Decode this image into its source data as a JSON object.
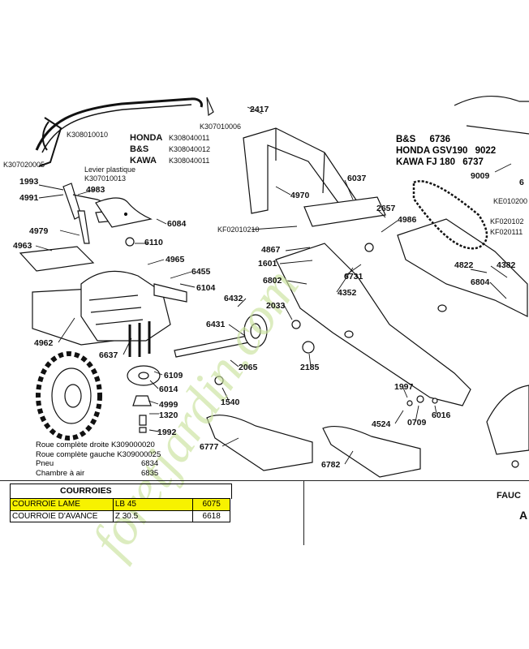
{
  "labels": {
    "l2417": "2417",
    "k307010006": "K307010006",
    "k308010010": "K308010010",
    "honda": "HONDA",
    "k308040011a": "K308040011",
    "bs": "B&S",
    "k308040012": "K308040012",
    "kawa": "KAWA",
    "k308040011b": "K308040011",
    "k307020005": "K307020005",
    "levier": "Levier plastique",
    "k307010013": "K307010013",
    "l1993": "1993",
    "l4991": "4991",
    "l4983": "4983",
    "l4970": "4970",
    "l6037": "6037",
    "l2657": "2657",
    "l4986": "4986",
    "l6084": "6084",
    "kf02010210": "KF02010210",
    "l4979": "4979",
    "l6110": "6110",
    "l4963": "4963",
    "l4867": "4867",
    "l4965": "4965",
    "l1601": "1601",
    "l6455": "6455",
    "l6731": "6731",
    "l6802": "6802",
    "l6104": "6104",
    "l4352": "4352",
    "l6432": "6432",
    "l2033": "2033",
    "l4962": "4962",
    "l6431": "6431",
    "l6637": "6637",
    "l2065": "2065",
    "l2185": "2185",
    "l6109": "6109",
    "l6014": "6014",
    "l1540": "1540",
    "l4999": "4999",
    "l1997": "1997",
    "l1320": "1320",
    "l4524": "4524",
    "l0709": "0709",
    "l6016": "6016",
    "l1992": "1992",
    "l6777": "6777",
    "l6782": "6782",
    "l4822": "4822",
    "l4382": "4382",
    "l6804": "6804",
    "ke010200": "KE010200",
    "kf020102": "KF020102",
    "kf020111": "KF020111",
    "l9009": "9009",
    "l6_right": "6",
    "roue_droite": "Roue complète droite K309000020",
    "roue_gauche": "Roue complète gauche K309000025",
    "pneu": "Pneu",
    "pneu_ref": "6834",
    "chambre": "Chambre à air",
    "chambre_ref": "6835",
    "fauc": "FAUC",
    "a_letter": "A"
  },
  "engines": [
    {
      "brand": "B&S",
      "ref": "6736"
    },
    {
      "brand": "HONDA GSV190",
      "ref": "9022"
    },
    {
      "brand": "KAWA FJ 180",
      "ref": "6737"
    }
  ],
  "table": {
    "title": "COURROIES",
    "rows": [
      {
        "name": "COURROIE LAME",
        "type": "LB 45",
        "ref": "6075",
        "highlight": true
      },
      {
        "name": "COURROIE D'AVANCE",
        "type": "Z 30.5",
        "ref": "6618",
        "highlight": false
      }
    ]
  },
  "watermark": {
    "text": "foretjardin.com",
    "color": "#c9e29c"
  }
}
